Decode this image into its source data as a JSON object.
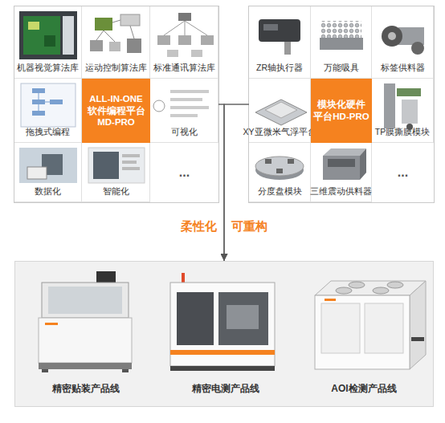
{
  "diagram": {
    "nodes": [
      {
        "text": []
      },
      {
        "text": [
          "机器视觉算法库"
        ],
        "in": 0
      },
      {
        "text": [
          "运动控制算法库"
        ],
        "in": 0
      },
      {
        "text": [
          "标准通讯算法库"
        ],
        "in": 0
      },
      {
        "text": [
          "拖拽式编程"
        ],
        "in": 0
      },
      {
        "text": [
          "ALL-IN-ONE 软件编程平台 MD-PRO"
        ],
        "in": 0
      },
      {
        "text": [
          "可视化"
        ],
        "in": 0
      },
      {
        "text": [
          "数据化"
        ],
        "in": 0
      },
      {
        "text": [
          "智能化"
        ],
        "in": 0
      },
      {
        "text": [
          "..."
        ],
        "in": 0
      },
      {
        "text": []
      },
      {
        "text": [
          "ZR轴执行器"
        ],
        "in": 10
      },
      {
        "text": [
          "万能吸具"
        ],
        "in": 10
      },
      {
        "text": [
          "标签供料器"
        ],
        "in": 10
      },
      {
        "text": [
          "XY亚微米气浮平台"
        ],
        "in": 10
      },
      {
        "text": [
          "模块化硬件 平台HD-PRO"
        ],
        "in": 10
      },
      {
        "text": [
          "TP膜撕膜模块"
        ],
        "in": 10
      },
      {
        "text": [
          "分度盘模块"
        ],
        "in": 10
      },
      {
        "text": [
          "三维震动供料器"
        ],
        "in": 10
      },
      {
        "text": [
          "..."
        ],
        "in": 10
      },
      {
        "text": []
      },
      {
        "text": [
          "精密贴装产品线"
        ],
        "in": 20
      },
      {
        "text": [
          "精密电测产品线"
        ],
        "in": 20
      },
      {
        "text": [
          "AOI检测产品线"
        ],
        "in": 20
      }
    ],
    "edges": [
      {
        "from": 0,
        "to": 20,
        "arrow": "to",
        "label": "柔性化 可重构"
      },
      {
        "from": 10,
        "to": 20,
        "arrow": "to"
      }
    ]
  }
}
